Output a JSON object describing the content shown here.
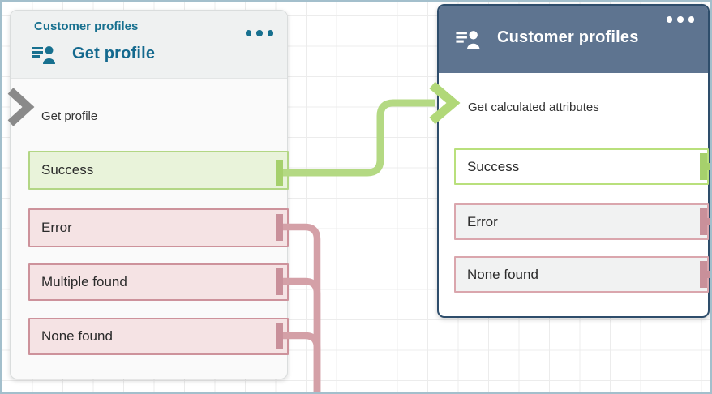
{
  "flow": {
    "left_node": {
      "category_label": "Customer profiles",
      "title": "Get profile",
      "menu_icon": "ellipsis-menu",
      "input_indicator": "gray-chevron (unconnected input)",
      "body_label": "Get profile",
      "outputs": [
        {
          "label": "Success",
          "status": "success"
        },
        {
          "label": "Error",
          "status": "error"
        },
        {
          "label": "Multiple found",
          "status": "error"
        },
        {
          "label": "None found",
          "status": "error"
        }
      ]
    },
    "right_node": {
      "category_label": "Customer profiles",
      "menu_icon": "ellipsis-menu",
      "selected": true,
      "body_label": "Get calculated attributes",
      "outputs": [
        {
          "label": "Success",
          "status": "success"
        },
        {
          "label": "Error",
          "status": "error"
        },
        {
          "label": "None found",
          "status": "error"
        }
      ]
    },
    "edges": [
      {
        "from": "Get profile / Success",
        "to": "Get calculated attributes (input)",
        "status": "success"
      },
      {
        "from": "Get profile / Error",
        "to": "off-screen below",
        "status": "error"
      },
      {
        "from": "Get profile / Multiple found",
        "to": "off-screen below",
        "status": "error"
      },
      {
        "from": "Get profile / None found",
        "to": "off-screen below",
        "status": "error"
      }
    ],
    "colors": {
      "teal_text": "#17708f",
      "selected_header_bg": "#5e7490",
      "selected_border": "#2e4d6b",
      "success_line": "#b4d983",
      "success_fill": "#e9f3da",
      "error_line": "#d4a0a7",
      "error_fill": "#f5e3e4",
      "gray_chevron": "#8a8a8a",
      "frame_border": "#a3bfcc"
    }
  }
}
